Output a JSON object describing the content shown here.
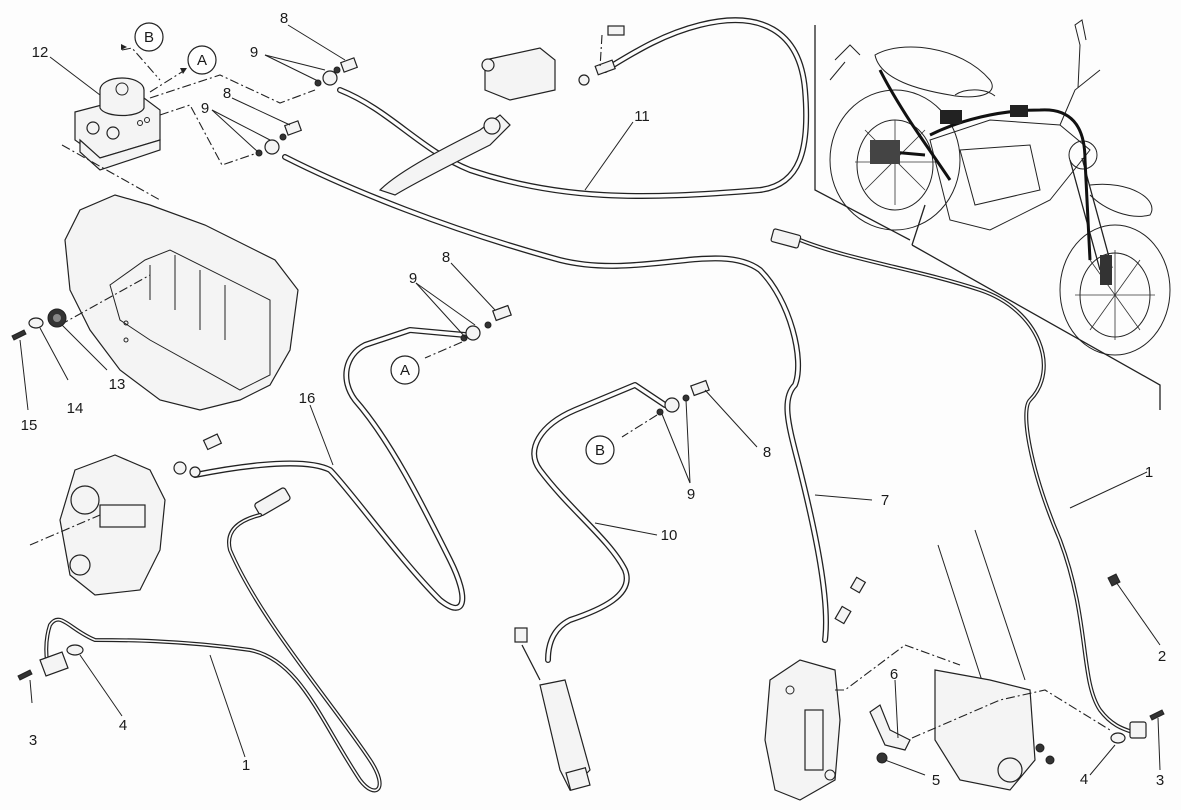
{
  "diagram": {
    "title": "",
    "subject": "ABS brake lines exploded parts diagram",
    "colors": {
      "ink": "#222222",
      "background": "#fdfdfd"
    },
    "reference_letters": {
      "ref_b_top": "B",
      "ref_a_top": "A",
      "ref_a_mid": "A",
      "ref_b_mid": "B"
    },
    "callouts": {
      "c12": "12",
      "c8_top1": "8",
      "c9_top1": "9",
      "c8_top2": "8",
      "c9_top2": "9",
      "c11": "11",
      "c9_mid": "9",
      "c8_mid": "8",
      "c13": "13",
      "c14": "14",
      "c15": "15",
      "c16": "16",
      "c8_right": "8",
      "c9_right": "9",
      "c7": "7",
      "c10": "10",
      "c1_right": "1",
      "c2": "2",
      "c6": "6",
      "c5": "5",
      "c4_right": "4",
      "c3_right": "3",
      "c3_left": "3",
      "c4_left": "4",
      "c1_left": "1"
    }
  }
}
